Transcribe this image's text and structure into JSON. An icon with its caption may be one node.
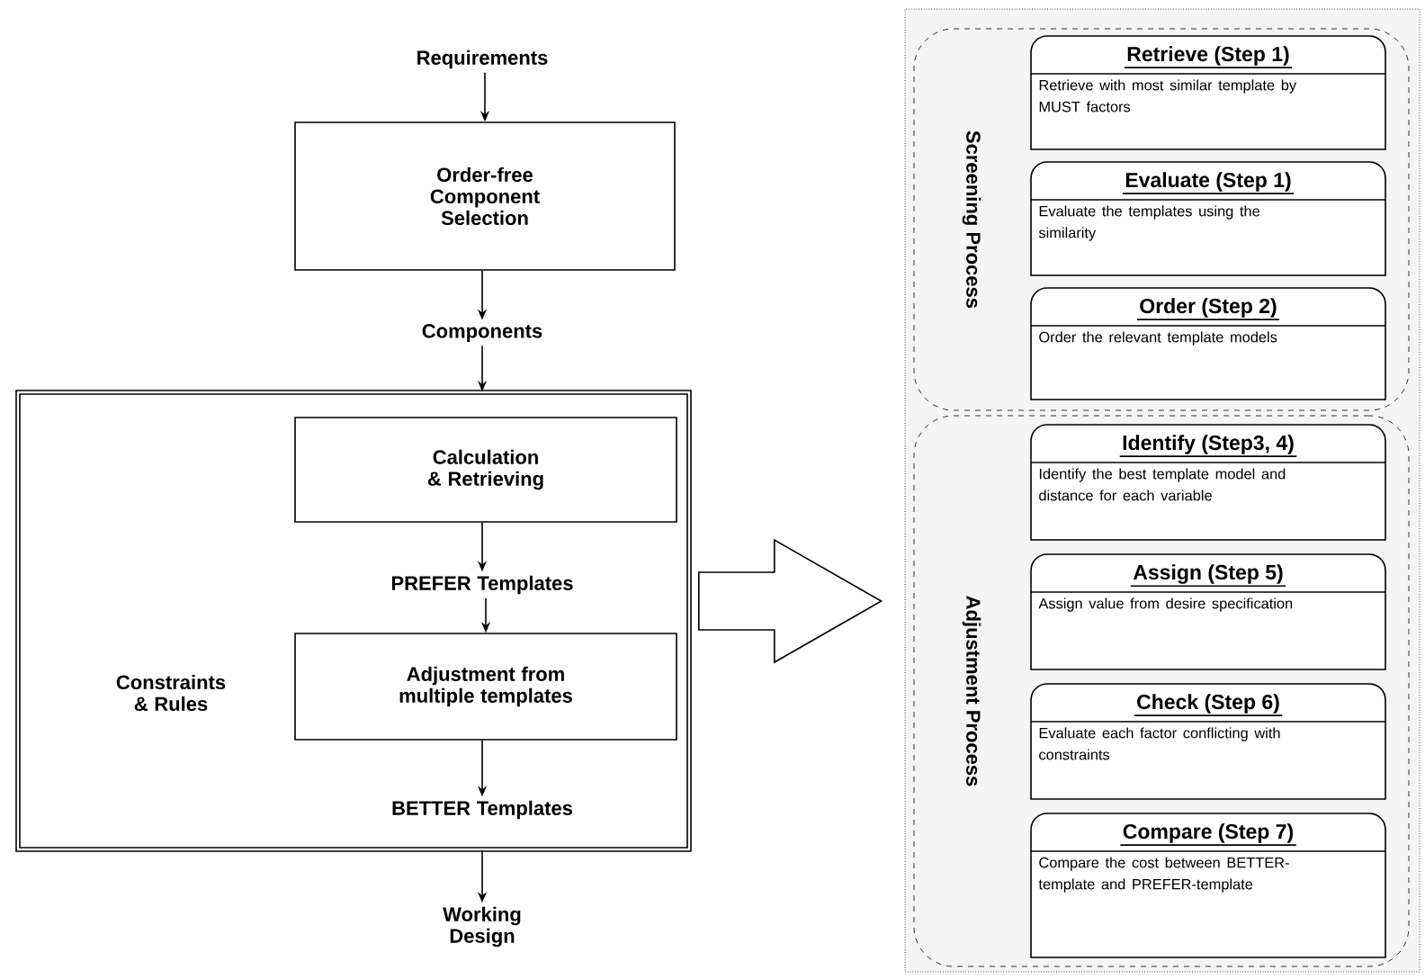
{
  "diagram": {
    "nodes": [
      {
        "text": [
          "Requirements"
        ]
      },
      {
        "text": [
          "Order-free Component Selection"
        ]
      },
      {
        "text": [
          "Components"
        ]
      },
      {
        "text": [
          "Constraints & Rules"
        ]
      },
      {
        "text": [
          "Calculation & Retrieving"
        ],
        "in": 3
      },
      {
        "text": [
          "PREFER Templates"
        ],
        "in": 3
      },
      {
        "text": [
          "Adjustment from multiple templates"
        ],
        "in": 3
      },
      {
        "text": [
          "BETTER Templates"
        ],
        "in": 3
      },
      {
        "text": [
          "Working Design"
        ]
      },
      {
        "text": [],
        "shape": "box"
      },
      {
        "text": [
          "Screening Process"
        ],
        "in": 9
      },
      {
        "text": [
          "Retrieve (Step 1)",
          "Retrieve with most similar template by MUST factors"
        ],
        "in": 10
      },
      {
        "text": [
          "Evaluate (Step 1)",
          "Evaluate the templates using the similarity"
        ],
        "in": 10
      },
      {
        "text": [
          "Order (Step 2)",
          "Order the relevant template models"
        ],
        "in": 10
      },
      {
        "text": [
          "Adjustment Process"
        ],
        "in": 9
      },
      {
        "text": [
          "Identify (Step3, 4)",
          "Identify the best template model and distance for each variable"
        ],
        "in": 14
      },
      {
        "text": [
          "Assign (Step 5)",
          "Assign value from desire specification"
        ],
        "in": 14
      },
      {
        "text": [
          "Check (Step 6)",
          "Evaluate each factor conflicting with constraints"
        ],
        "in": 14
      },
      {
        "text": [
          "Compare (Step 7)",
          "Compare the cost between BETTER-template and PREFER-template"
        ],
        "in": 14
      }
    ],
    "edges": [
      {
        "from": 0,
        "to": 1,
        "arrow": "to"
      },
      {
        "from": 1,
        "to": 2,
        "arrow": "to"
      },
      {
        "from": 2,
        "to": 3,
        "arrow": "to"
      },
      {
        "from": 4,
        "to": 5,
        "arrow": "to"
      },
      {
        "from": 5,
        "to": 6,
        "arrow": "to"
      },
      {
        "from": 6,
        "to": 7,
        "arrow": "to"
      },
      {
        "from": 3,
        "to": 8,
        "arrow": "to"
      },
      {
        "from": 3,
        "to": 9,
        "arrow": "to",
        "style": "thick"
      }
    ]
  }
}
